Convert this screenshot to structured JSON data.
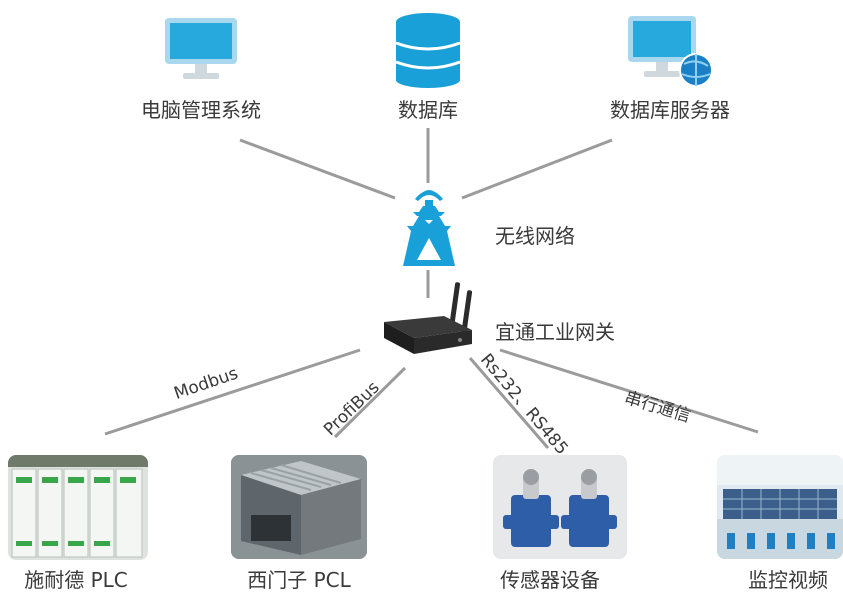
{
  "nodes": {
    "pc": "电脑管理系统",
    "db": "数据库",
    "db_server": "数据库服务器",
    "wireless": "无线网络",
    "gateway": "宜通工业网关",
    "schneider": "施耐德 PLC",
    "siemens": "西门子 PCL",
    "sensor": "传感器设备",
    "monitor": "监控视频"
  },
  "links": {
    "modbus": "Modbus",
    "profibus": "ProfiBus",
    "rs": "Rs232、RS485",
    "serial": "串行通信"
  },
  "colors": {
    "accent": "#1aa0d8",
    "line": "#9b9b9b"
  }
}
